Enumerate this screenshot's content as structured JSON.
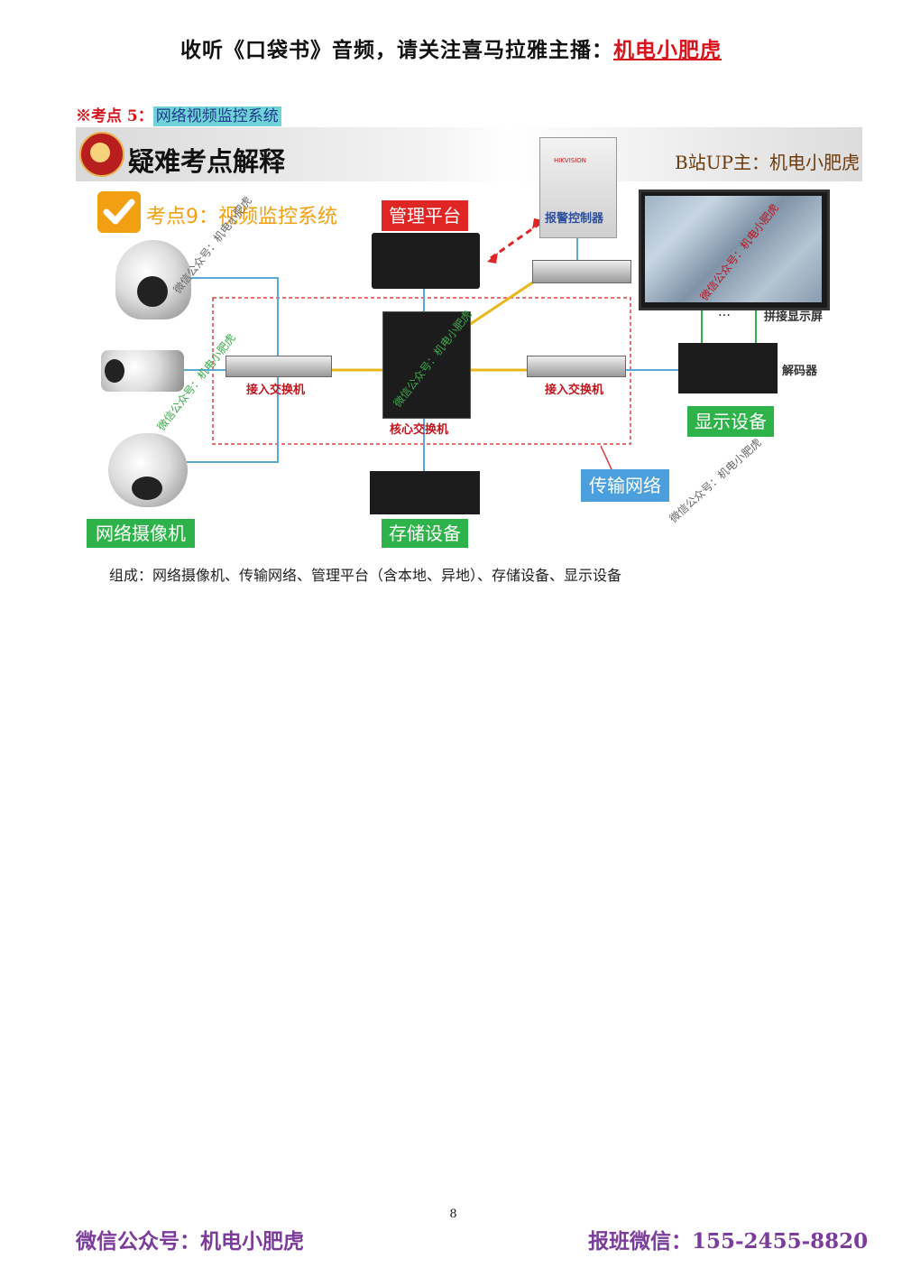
{
  "header": {
    "prefix": "收听《口袋书》音频，请关注喜马拉雅主播：",
    "host": "机电小肥虎"
  },
  "kaodian": {
    "label": "※考点 5：",
    "topic": "网络视频监控系统"
  },
  "banner": {
    "title": "疑难考点解释",
    "right_text": "B站UP主：机电小肥虎"
  },
  "diagram": {
    "kaodian9": "考点9：视频监控系统",
    "mgmt_platform": "管理平台",
    "alarm_controller": "报警控制器",
    "alarm_brand": "HIKVISION",
    "splice_screen": "拼接显示屏",
    "decoder": "解码器",
    "access_switch_left": "接入交换机",
    "access_switch_right": "接入交换机",
    "core_switch": "核心交换机",
    "display_device": "显示设备",
    "transport_network": "传输网络",
    "storage_device": "存储设备",
    "network_camera": "网络摄像机",
    "ellipsis": "…",
    "watermarks": [
      "微信公众号：机电小肥虎",
      "微信公众号：机电小肥虎",
      "微信公众号：机电小肥虎",
      "微信公众号：机电小肥虎",
      "微信公众号：机电小肥虎"
    ]
  },
  "composition": "组成：网络摄像机、传输网络、管理平台（含本地、异地）、存储设备、显示设备",
  "page_number": "8",
  "footer": {
    "left": "微信公众号：机电小肥虎",
    "right": "报班微信：155-2455-8820"
  },
  "colors": {
    "red": "#d8141c",
    "green": "#2db34a",
    "blue": "#4a9fdc",
    "orange": "#f2a011",
    "purple": "#7b3c9b",
    "link_yellow": "#e8b81c",
    "link_blue": "#5aa9d6"
  }
}
